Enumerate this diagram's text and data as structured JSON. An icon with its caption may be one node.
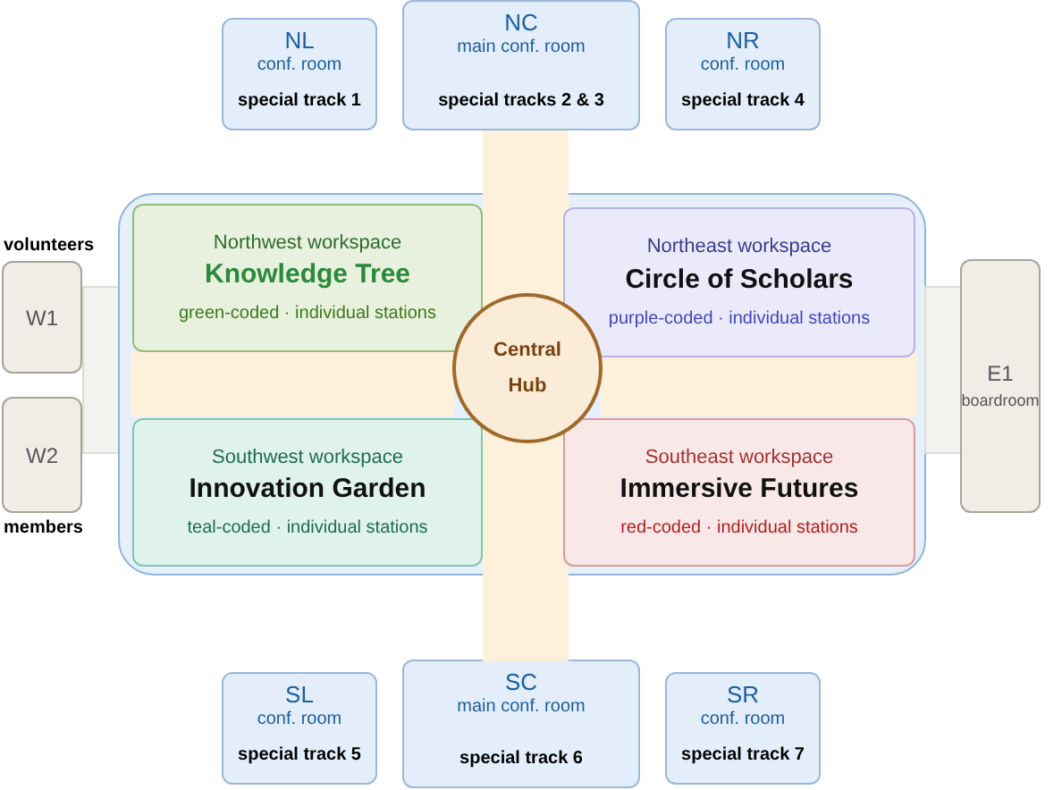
{
  "diagram": {
    "nodes": [
      {
        "text": [
          "NL",
          "conf. room",
          "special track 1"
        ]
      },
      {
        "text": [
          "NC",
          "main conf. room",
          "special tracks 2 & 3"
        ]
      },
      {
        "text": [
          "NR",
          "conf. room",
          "special track 4"
        ]
      },
      {
        "text": [],
        "shape": "bar"
      },
      {
        "text": [
          "W1"
        ],
        "beside": [
          "volunteers"
        ]
      },
      {
        "text": [],
        "shape": "bar"
      },
      {
        "text": [],
        "shape": "box"
      },
      {
        "text": [
          "Northwest workspace",
          "Knowledge Tree",
          "green-coded · individual stations"
        ],
        "in": 6
      },
      {
        "text": [
          "Northeast workspace",
          "Circle of Scholars",
          "purple-coded · individual stations"
        ],
        "in": 6
      },
      {
        "text": [],
        "shape": "bar",
        "in": 6
      },
      {
        "text": [
          "Central Hub"
        ],
        "in": 6
      },
      {
        "text": [],
        "shape": "bar",
        "in": 6
      },
      {
        "text": [
          "Southwest workspace",
          "Innovation Garden",
          "teal-coded · individual stations"
        ],
        "in": 6
      },
      {
        "text": [
          "Southeast workspace",
          "Immersive Futures",
          "red-coded · individual stations"
        ],
        "in": 6
      },
      {
        "text": [],
        "shape": "bar"
      },
      {
        "text": [
          "E1",
          "boardroom"
        ]
      },
      {
        "text": [
          "W2"
        ],
        "beside": [
          "members"
        ]
      },
      {
        "text": [
          "SL",
          "conf. room",
          "special track 5"
        ]
      },
      {
        "text": [
          "SC",
          "main conf. room",
          "special track 6"
        ]
      },
      {
        "text": [
          "SR",
          "conf. room",
          "special track 7"
        ]
      }
    ]
  }
}
